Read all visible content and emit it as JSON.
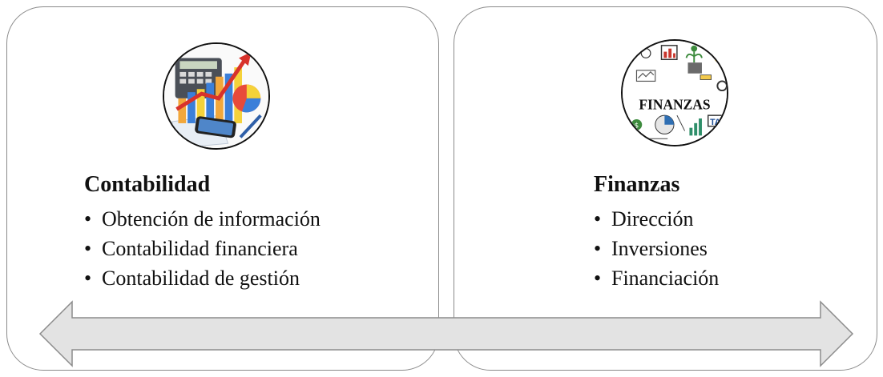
{
  "left": {
    "title": "Contabilidad",
    "items": [
      "Obtención de información",
      "Contabilidad financiera",
      "Contabilidad de gestión"
    ]
  },
  "right": {
    "title": "Finanzas",
    "image_label": "FINANZAS",
    "image_tax": "TAX",
    "items": [
      "Dirección",
      "Inversiones",
      "Financiación"
    ]
  },
  "colors": {
    "border": "#8a8a8a",
    "arrow_fill": "#e3e3e3",
    "arrow_stroke": "#8c8c8c"
  },
  "icons": {
    "left_image": "accounting-chart-calculator-icon",
    "right_image": "finance-doodle-icon",
    "arrow": "double-headed-arrow-icon"
  }
}
